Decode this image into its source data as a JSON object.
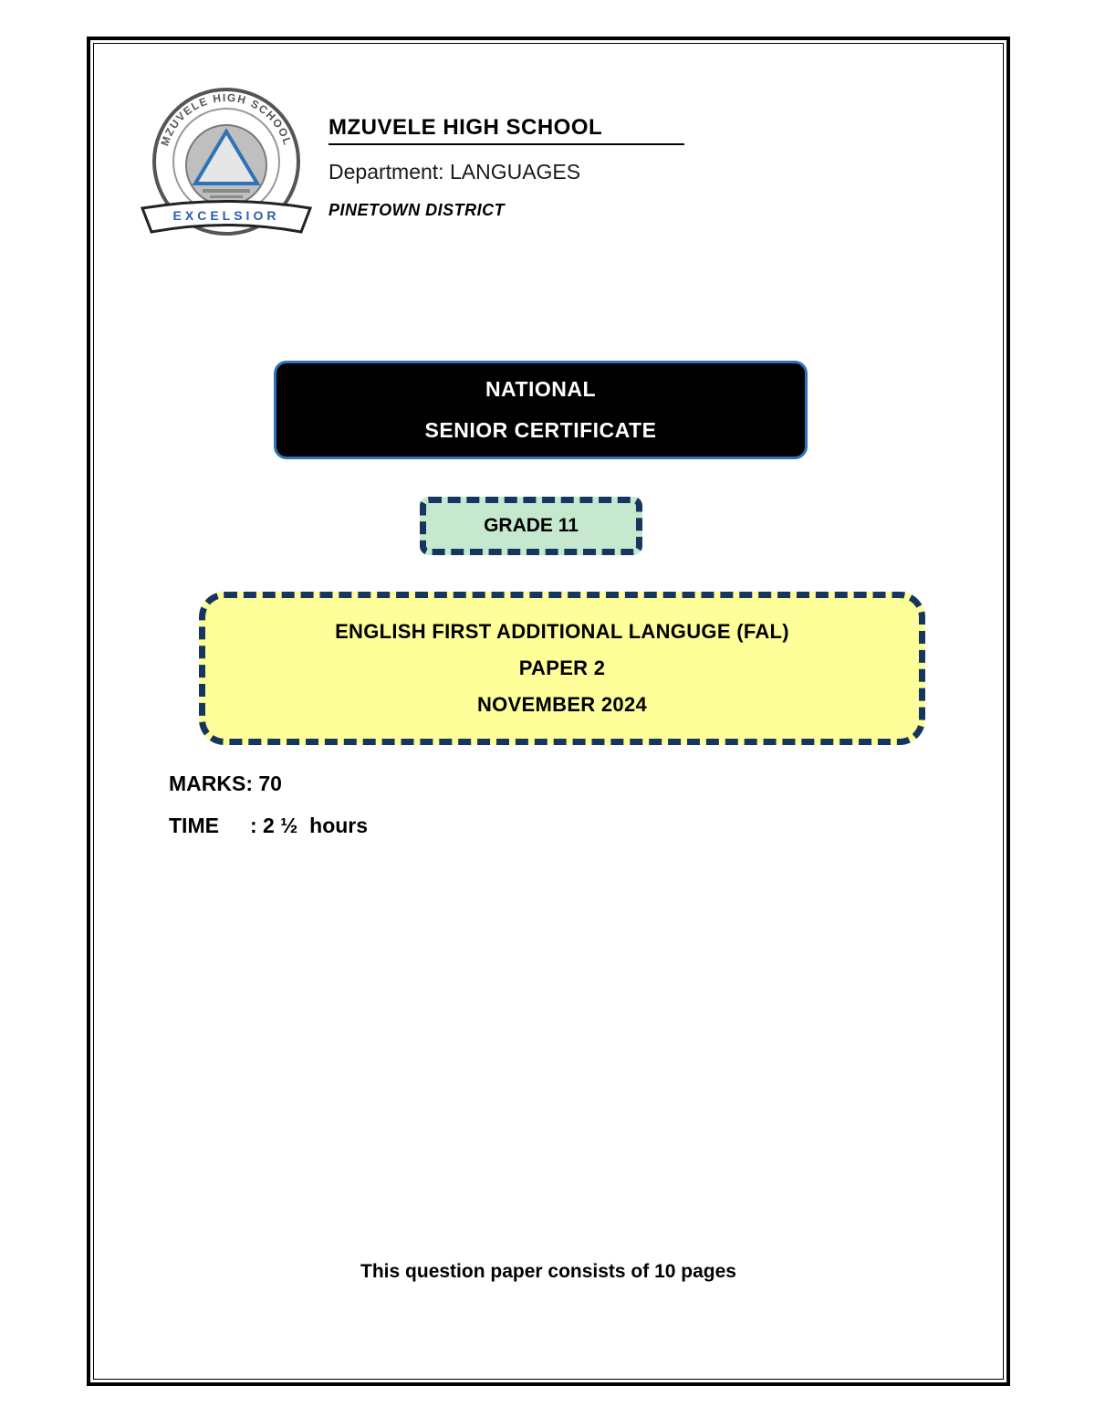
{
  "logo": {
    "arc_text": "MZUVELE HIGH SCHOOL",
    "motto": "EXCELSIOR"
  },
  "header": {
    "school_name": "MZUVELE HIGH SCHOOL",
    "department_label": "Department:",
    "department_value": "LANGUAGES",
    "district": "PINETOWN DISTRICT"
  },
  "certificate": {
    "line1": "NATIONAL",
    "line2": "SENIOR CERTIFICATE"
  },
  "grade": {
    "label": "GRADE 11"
  },
  "subject": {
    "line1": "ENGLISH FIRST ADDITIONAL LANGUGE (FAL)",
    "line2": "PAPER 2",
    "line3": "NOVEMBER 2024"
  },
  "details": {
    "marks_label": "MARKS:",
    "marks_value": "70",
    "time_label": "TIME",
    "time_value": ": 2 ½  hours"
  },
  "footer": {
    "text": "This question paper consists of 10 pages"
  },
  "colors": {
    "certificate_bg": "#000000",
    "certificate_border": "#2e74b5",
    "grade_bg": "#c5e8cf",
    "subject_bg": "#ffff99",
    "dashed_border": "#17365d",
    "motto_text": "#2b5fa8"
  }
}
